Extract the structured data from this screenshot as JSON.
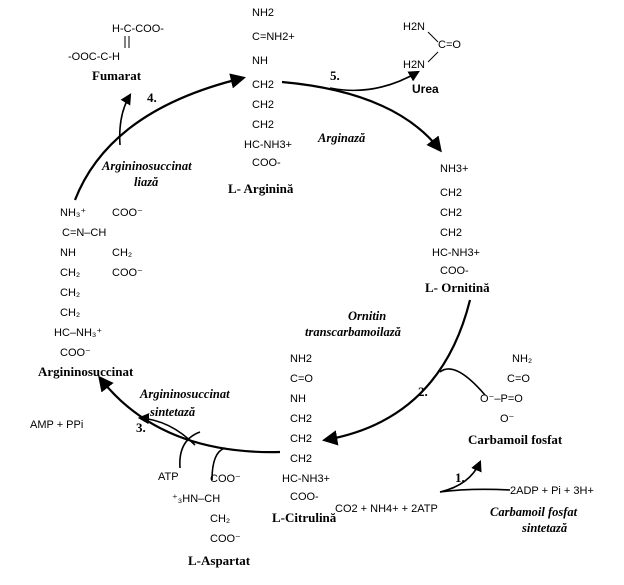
{
  "arginine": {
    "lines": [
      "NH2",
      "C=NH2+",
      "NH",
      "CH2",
      "CH2",
      "CH2",
      "HC-NH3+",
      "COO-"
    ],
    "name": "L- Arginină"
  },
  "ornithine": {
    "lines": [
      "NH3+",
      "CH2",
      "CH2",
      "CH2",
      "HC-NH3+",
      "COO-"
    ],
    "name": "L- Ornitină"
  },
  "citrulline": {
    "lines": [
      "NH2",
      "C=O",
      "NH",
      "CH2",
      "CH2",
      "CH2",
      "HC-NH3+",
      "COO-"
    ],
    "name": "L-Citrulină"
  },
  "argininosuccinate": {
    "name": "Argininosuccinat"
  },
  "fumarate": {
    "name": "Fumarat",
    "top": "H-C-COO-",
    "bottom": "-OOC-C-H"
  },
  "urea": {
    "name": "Urea",
    "top": "H2N",
    "bottom": "H2N",
    "right": "C=O"
  },
  "carbamoyl_phosphate": {
    "name": "Carbamoil fosfat"
  },
  "aspartate": {
    "name": "L-Aspartat"
  },
  "cofactors": {
    "atp": "ATP",
    "amp_ppi": "AMP + PPi",
    "substrates": "CO2 + NH4+ + 2ATP",
    "products": "2ADP + Pi + 3H+"
  },
  "enzymes": {
    "arginase": "Arginază",
    "argininosuccinate_lyase": [
      "Argininosuccinat",
      "liază"
    ],
    "ornithine_transcarbamoylase": [
      "Ornitin",
      "transcarbamoilază"
    ],
    "argininosuccinate_synthetase": [
      "Argininosuccinat",
      "sintetază"
    ],
    "carbamoyl_phosphate_synthetase": [
      "Carbamoil fosfat",
      "sintetază"
    ]
  },
  "steps": [
    "1.",
    "2.",
    "3.",
    "4.",
    "5."
  ]
}
